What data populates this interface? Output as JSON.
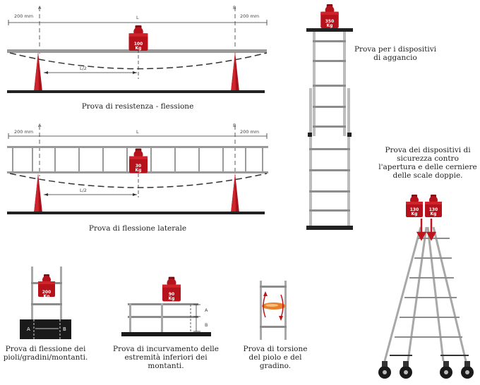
{
  "captions": {
    "c1": "Prova di resistenza - flessione",
    "c2": "Prova di flessione laterale",
    "c3": "Prova per i dispositivi di aggancio",
    "c4": "Prova dei dispositivi di sicurezza contro l'apertura e delle cerniere delle scale doppie.",
    "c5": "Prova di flessione dei pioli/gradini/montanti.",
    "c6": "Prova di incurvamento delle estremità inferiori dei montanti.",
    "c7": "Prova di torsione del piolo e del gradino."
  },
  "dims": {
    "left": "200 mm",
    "right": "200 mm",
    "span": "L",
    "half": "L/2",
    "a": "A",
    "b": "B"
  },
  "weights": {
    "w1": {
      "value": "100",
      "unit": "Kg"
    },
    "w2": {
      "value": "30",
      "unit": "Kg"
    },
    "w3": {
      "value": "350",
      "unit": "Kg"
    },
    "w4": {
      "value": "130",
      "unit": "Kg"
    },
    "w5": {
      "value": "130",
      "unit": "Kg"
    },
    "w6": {
      "value": "200",
      "unit": "Kg"
    },
    "w7": {
      "value": "90",
      "unit": "Kg"
    }
  },
  "colors": {
    "weight": "#b5121b",
    "weight_dark": "#7a0a10",
    "ladder": "#8c8c8c",
    "ground": "#222222"
  }
}
